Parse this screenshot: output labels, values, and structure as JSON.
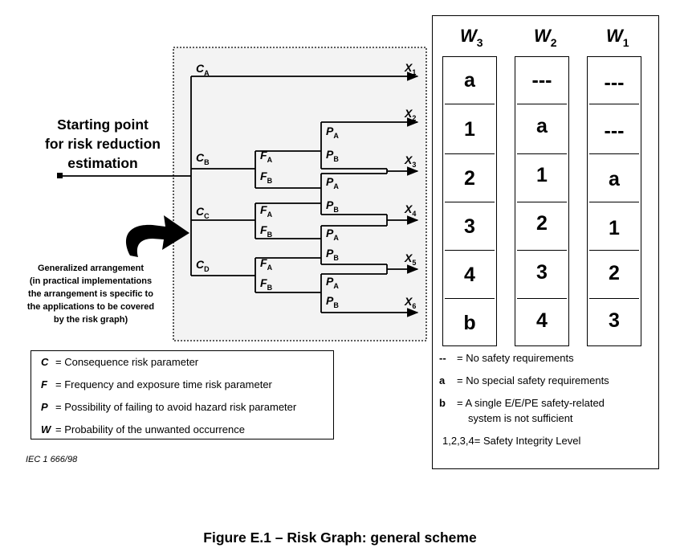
{
  "diagram": {
    "starting_point_lines": [
      "Starting point",
      "for risk reduction",
      "estimation"
    ],
    "generalized_lines": [
      "Generalized arrangement",
      "(in practical implementations",
      "the arrangement is specific to",
      "the applications to be covered",
      "by the risk graph)"
    ],
    "consequence": [
      {
        "letter": "C",
        "sub": "A"
      },
      {
        "letter": "C",
        "sub": "B"
      },
      {
        "letter": "C",
        "sub": "C"
      },
      {
        "letter": "C",
        "sub": "D"
      }
    ],
    "frequency": [
      {
        "letter": "F",
        "sub": "A"
      },
      {
        "letter": "F",
        "sub": "B"
      }
    ],
    "possibility": [
      {
        "letter": "P",
        "sub": "A"
      },
      {
        "letter": "P",
        "sub": "B"
      }
    ],
    "outputs": [
      {
        "letter": "X",
        "sub": "1"
      },
      {
        "letter": "X",
        "sub": "2"
      },
      {
        "letter": "X",
        "sub": "3"
      },
      {
        "letter": "X",
        "sub": "4"
      },
      {
        "letter": "X",
        "sub": "5"
      },
      {
        "letter": "X",
        "sub": "6"
      }
    ]
  },
  "legend": {
    "rows": [
      {
        "symbol": "C",
        "text": "= Consequence risk parameter"
      },
      {
        "symbol": "F",
        "text": "= Frequency and exposure time risk parameter"
      },
      {
        "symbol": "P",
        "text": "= Possibility of failing to avoid hazard risk parameter"
      },
      {
        "symbol": "W",
        "text": "= Probability of the unwanted occurrence"
      }
    ]
  },
  "iec_ref": "IEC   1 666/98",
  "w_table": {
    "columns": [
      {
        "letter": "W",
        "sub": "3",
        "cells": [
          "a",
          "1",
          "2",
          "3",
          "4",
          "b"
        ]
      },
      {
        "letter": "W",
        "sub": "2",
        "cells": [
          "---",
          "a",
          "1",
          "2",
          "3",
          "4"
        ]
      },
      {
        "letter": "W",
        "sub": "1",
        "cells": [
          "---",
          "---",
          "a",
          "1",
          "2",
          "3"
        ]
      }
    ]
  },
  "notes": [
    {
      "key": "--",
      "text": "= No safety requirements"
    },
    {
      "key": "a",
      "text": "= No special safety requirements"
    },
    {
      "key": "b",
      "text": "= A single E/E/PE safety-related"
    },
    {
      "key": "",
      "text": "system is not sufficient"
    },
    {
      "key": "",
      "text": "1,2,3,4= Safety Integrity Level"
    }
  ],
  "caption": "Figure E.1 – Risk Graph: general scheme"
}
